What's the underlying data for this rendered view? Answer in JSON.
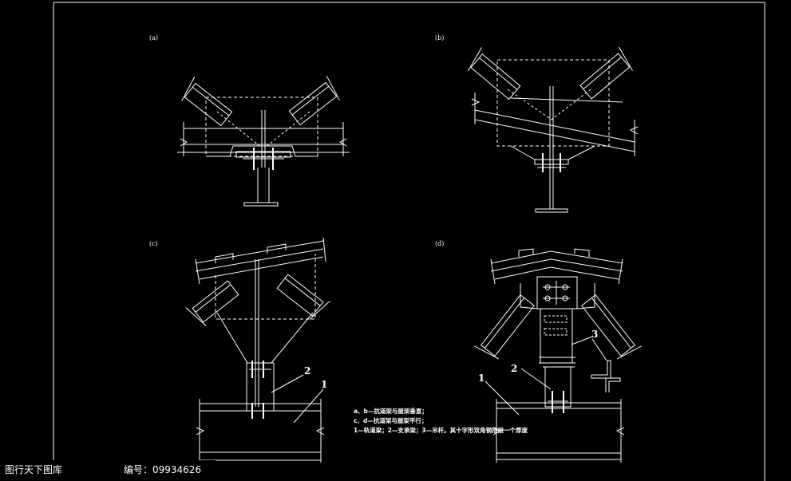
{
  "panels": [
    {
      "label": "(a)"
    },
    {
      "label": "(b)"
    },
    {
      "label": "(c)"
    },
    {
      "label": "(d)"
    }
  ],
  "callouts": [
    "1",
    "2",
    "1",
    "2",
    "3"
  ],
  "notes": [
    "a、b—抗道架与屋架垂直；",
    "c、d—抗道架与屋架平行；",
    "1—轨道梁；2—支承梁；3—吊杆。其十字形双角钢搭接一个厚度"
  ],
  "watermark": {
    "site": "图行天下图库",
    "id_label": "编号：",
    "id_value": "09934626"
  },
  "colors": {
    "background": "#000000",
    "lines": "#ffffff"
  }
}
